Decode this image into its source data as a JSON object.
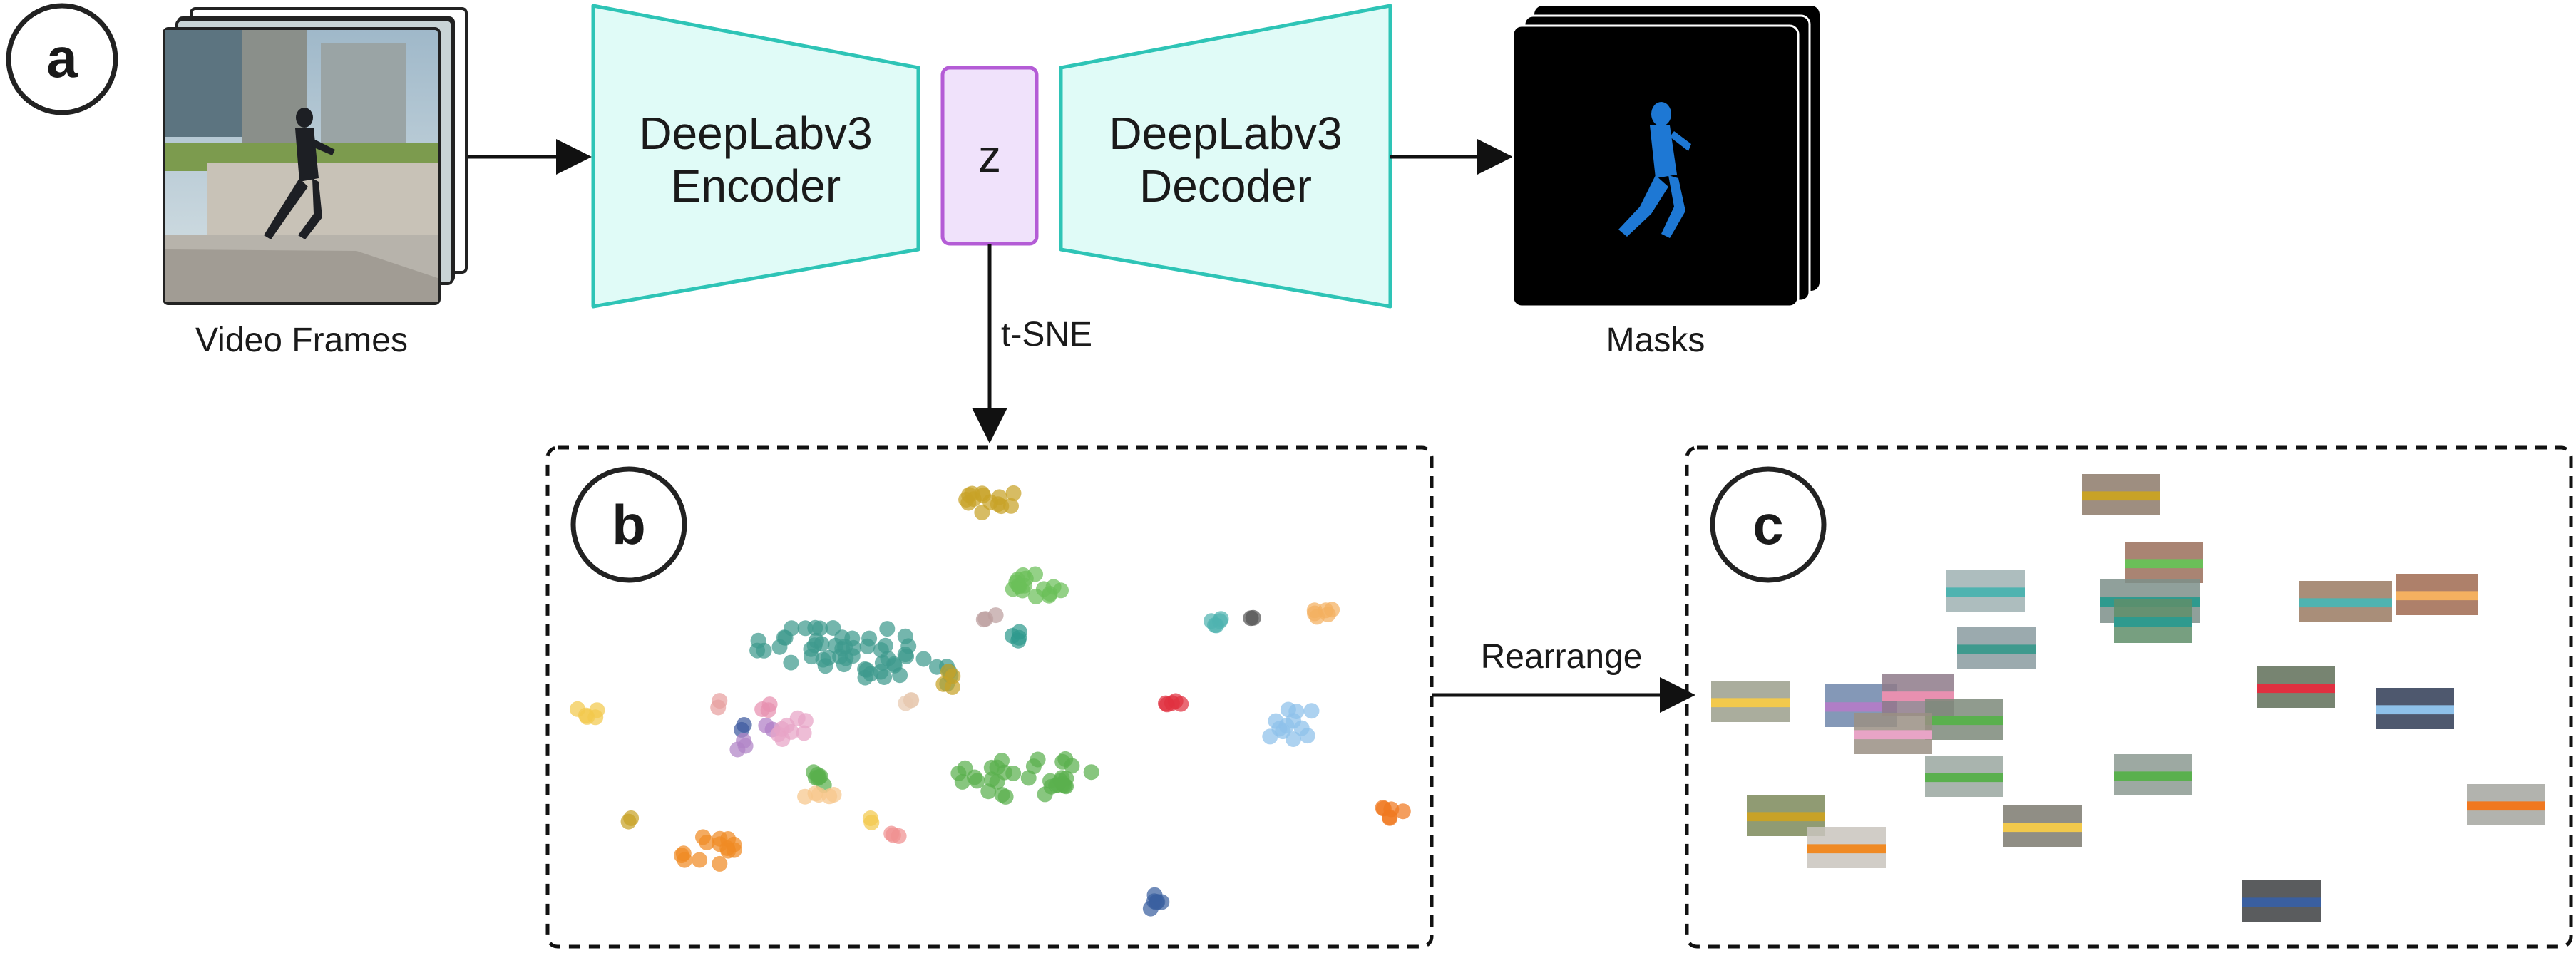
{
  "panel_a": {
    "letter": "a",
    "input_caption": "Video Frames",
    "encoder": {
      "line1": "DeepLabv3",
      "line2": "Encoder"
    },
    "latent": "z",
    "decoder": {
      "line1": "DeepLabv3",
      "line2": "Decoder"
    },
    "output_caption": "Masks",
    "tsne_label": "t-SNE"
  },
  "panel_b": {
    "letter": "b"
  },
  "arrow_label": "Rearrange",
  "panel_c": {
    "letter": "c"
  },
  "colors": {
    "encoder_fill": "#e0fbf7",
    "encoder_stroke": "#2ec4b6",
    "latent_fill": "#f0e2fb",
    "latent_stroke": "#b45cd6",
    "mask_figure": "#1e78d4",
    "mask_bg": "#000000"
  }
}
